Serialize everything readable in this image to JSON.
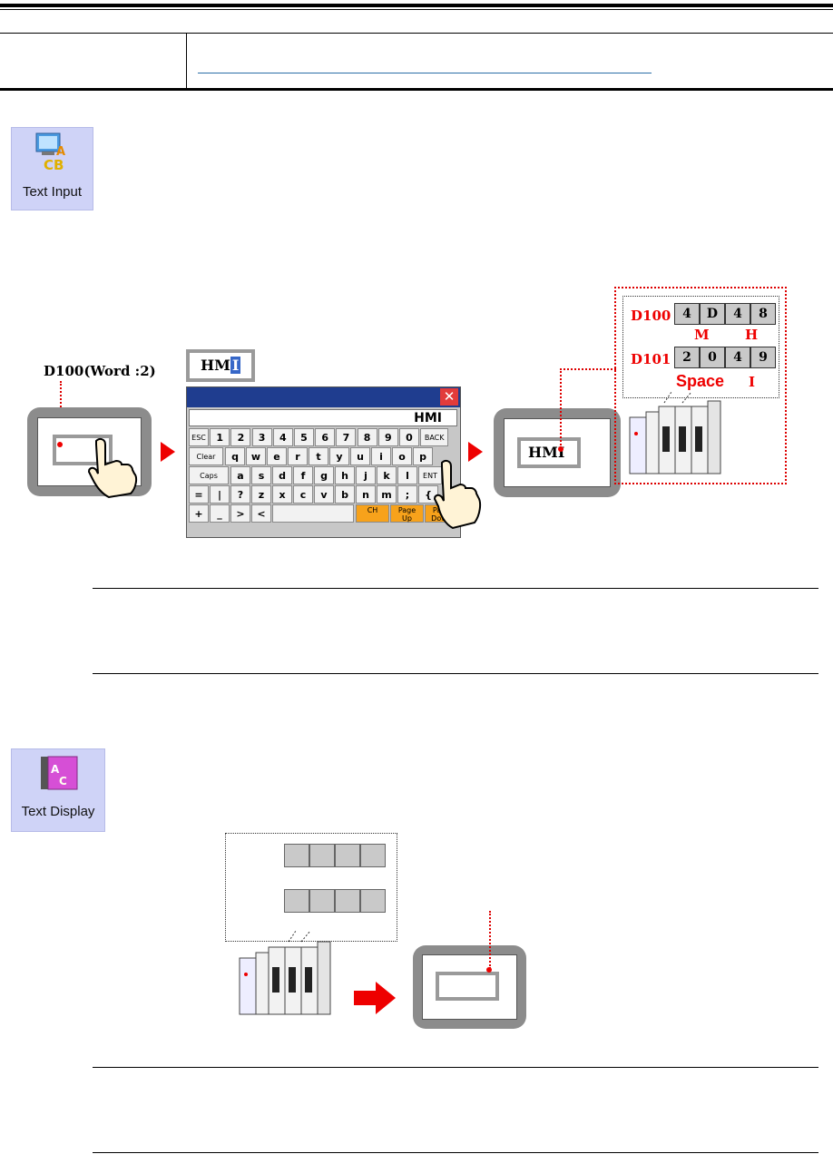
{
  "header": {},
  "text_input": {
    "icon_label": "Text Input",
    "device_label": "D100(Word :2)",
    "typed_text_prefix": "HM",
    "typed_text_cursor": "I",
    "keyboard": {
      "display": "HMI",
      "row1": [
        "ESC",
        "1",
        "2",
        "3",
        "4",
        "5",
        "6",
        "7",
        "8",
        "9",
        "0",
        "BACK"
      ],
      "row2": [
        "Clear",
        "q",
        "w",
        "e",
        "r",
        "t",
        "y",
        "u",
        "i",
        "o",
        "p"
      ],
      "row3": [
        "Caps",
        "a",
        "s",
        "d",
        "f",
        "g",
        "h",
        "j",
        "k",
        "l",
        "ENT"
      ],
      "row4": [
        "=",
        "|",
        "?",
        "z",
        "x",
        "c",
        "v",
        "b",
        "n",
        "m",
        ";",
        "{"
      ],
      "row5_left": [
        "+",
        "_",
        ">",
        "<"
      ],
      "row5_right": [
        "CH",
        "Page\nUp",
        "Page\nDown"
      ]
    },
    "result_text": "HMI",
    "memory": {
      "rows": [
        {
          "reg": "D100",
          "cells": [
            "4",
            "D",
            "4",
            "8"
          ],
          "chars": [
            "M",
            "H"
          ]
        },
        {
          "reg": "D101",
          "cells": [
            "2",
            "0",
            "4",
            "9"
          ],
          "chars": [
            "Space",
            "I"
          ]
        }
      ]
    }
  },
  "text_display": {
    "icon_label": "Text Display"
  },
  "colors": {
    "accent": "#e00000",
    "icon_bg": "#cfd3f7",
    "keyboard_title": "#1f3d8f",
    "orange_key": "#f7a21b"
  }
}
